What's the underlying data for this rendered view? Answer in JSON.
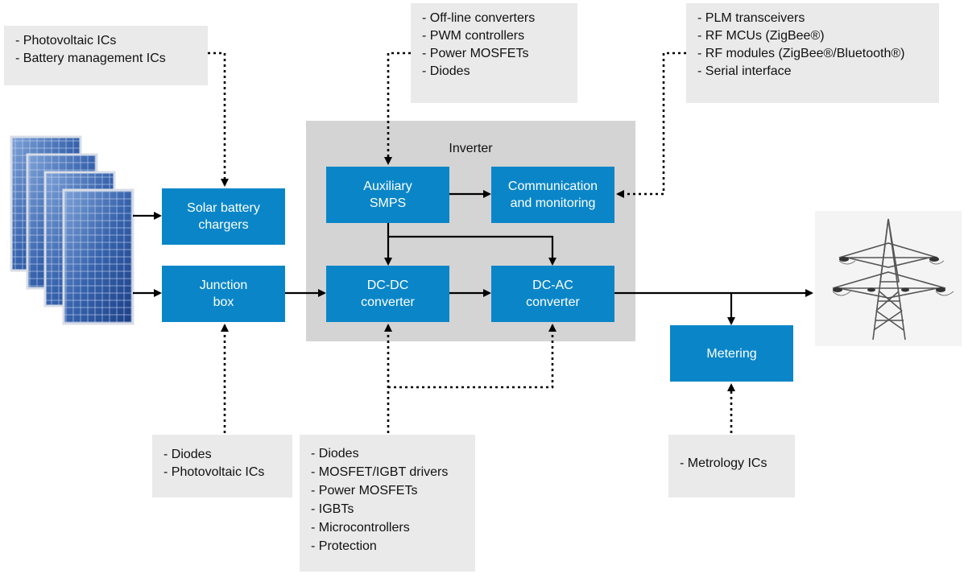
{
  "inverter": {
    "title": "Inverter"
  },
  "blocks": {
    "solar_charger": {
      "lines": [
        "Solar battery",
        "chargers"
      ]
    },
    "junction_box": {
      "lines": [
        "Junction",
        "box"
      ]
    },
    "aux_smps": {
      "lines": [
        "Auxiliary",
        "SMPS"
      ]
    },
    "comm_monitoring": {
      "lines": [
        "Communication",
        "and monitoring"
      ]
    },
    "dcdc": {
      "lines": [
        "DC-DC",
        "converter"
      ]
    },
    "dcac": {
      "lines": [
        "DC-AC",
        "converter"
      ]
    },
    "metering": {
      "lines": [
        "Metering"
      ]
    }
  },
  "notes": {
    "photovoltaic_top": {
      "lines": [
        "- Photovoltaic ICs",
        "- Battery management ICs"
      ]
    },
    "offline_converters": {
      "lines": [
        "- Off-line converters",
        "- PWM controllers",
        "- Power MOSFETs",
        "- Diodes"
      ]
    },
    "plm": {
      "lines": [
        "- PLM transceivers",
        "- RF MCUs (ZigBee®)",
        "- RF modules (ZigBee®/Bluetooth®)",
        "- Serial interface"
      ]
    },
    "diodes_left": {
      "lines": [
        "- Diodes",
        "- Photovoltaic ICs"
      ]
    },
    "power_parts": {
      "lines": [
        "- Diodes",
        "- MOSFET/IGBT drivers",
        "- Power MOSFETs",
        "- IGBTs",
        "- Microcontrollers",
        "- Protection"
      ]
    },
    "metrology": {
      "lines": [
        "- Metrology ICs"
      ]
    }
  },
  "images": {
    "solar_panels": "solar-panel-icon",
    "pylon": "power-pylon-icon"
  },
  "colors": {
    "block": "#0a86c8",
    "note": "#eaeaea",
    "inverter": "#d4d4d4",
    "line": "#000000"
  }
}
